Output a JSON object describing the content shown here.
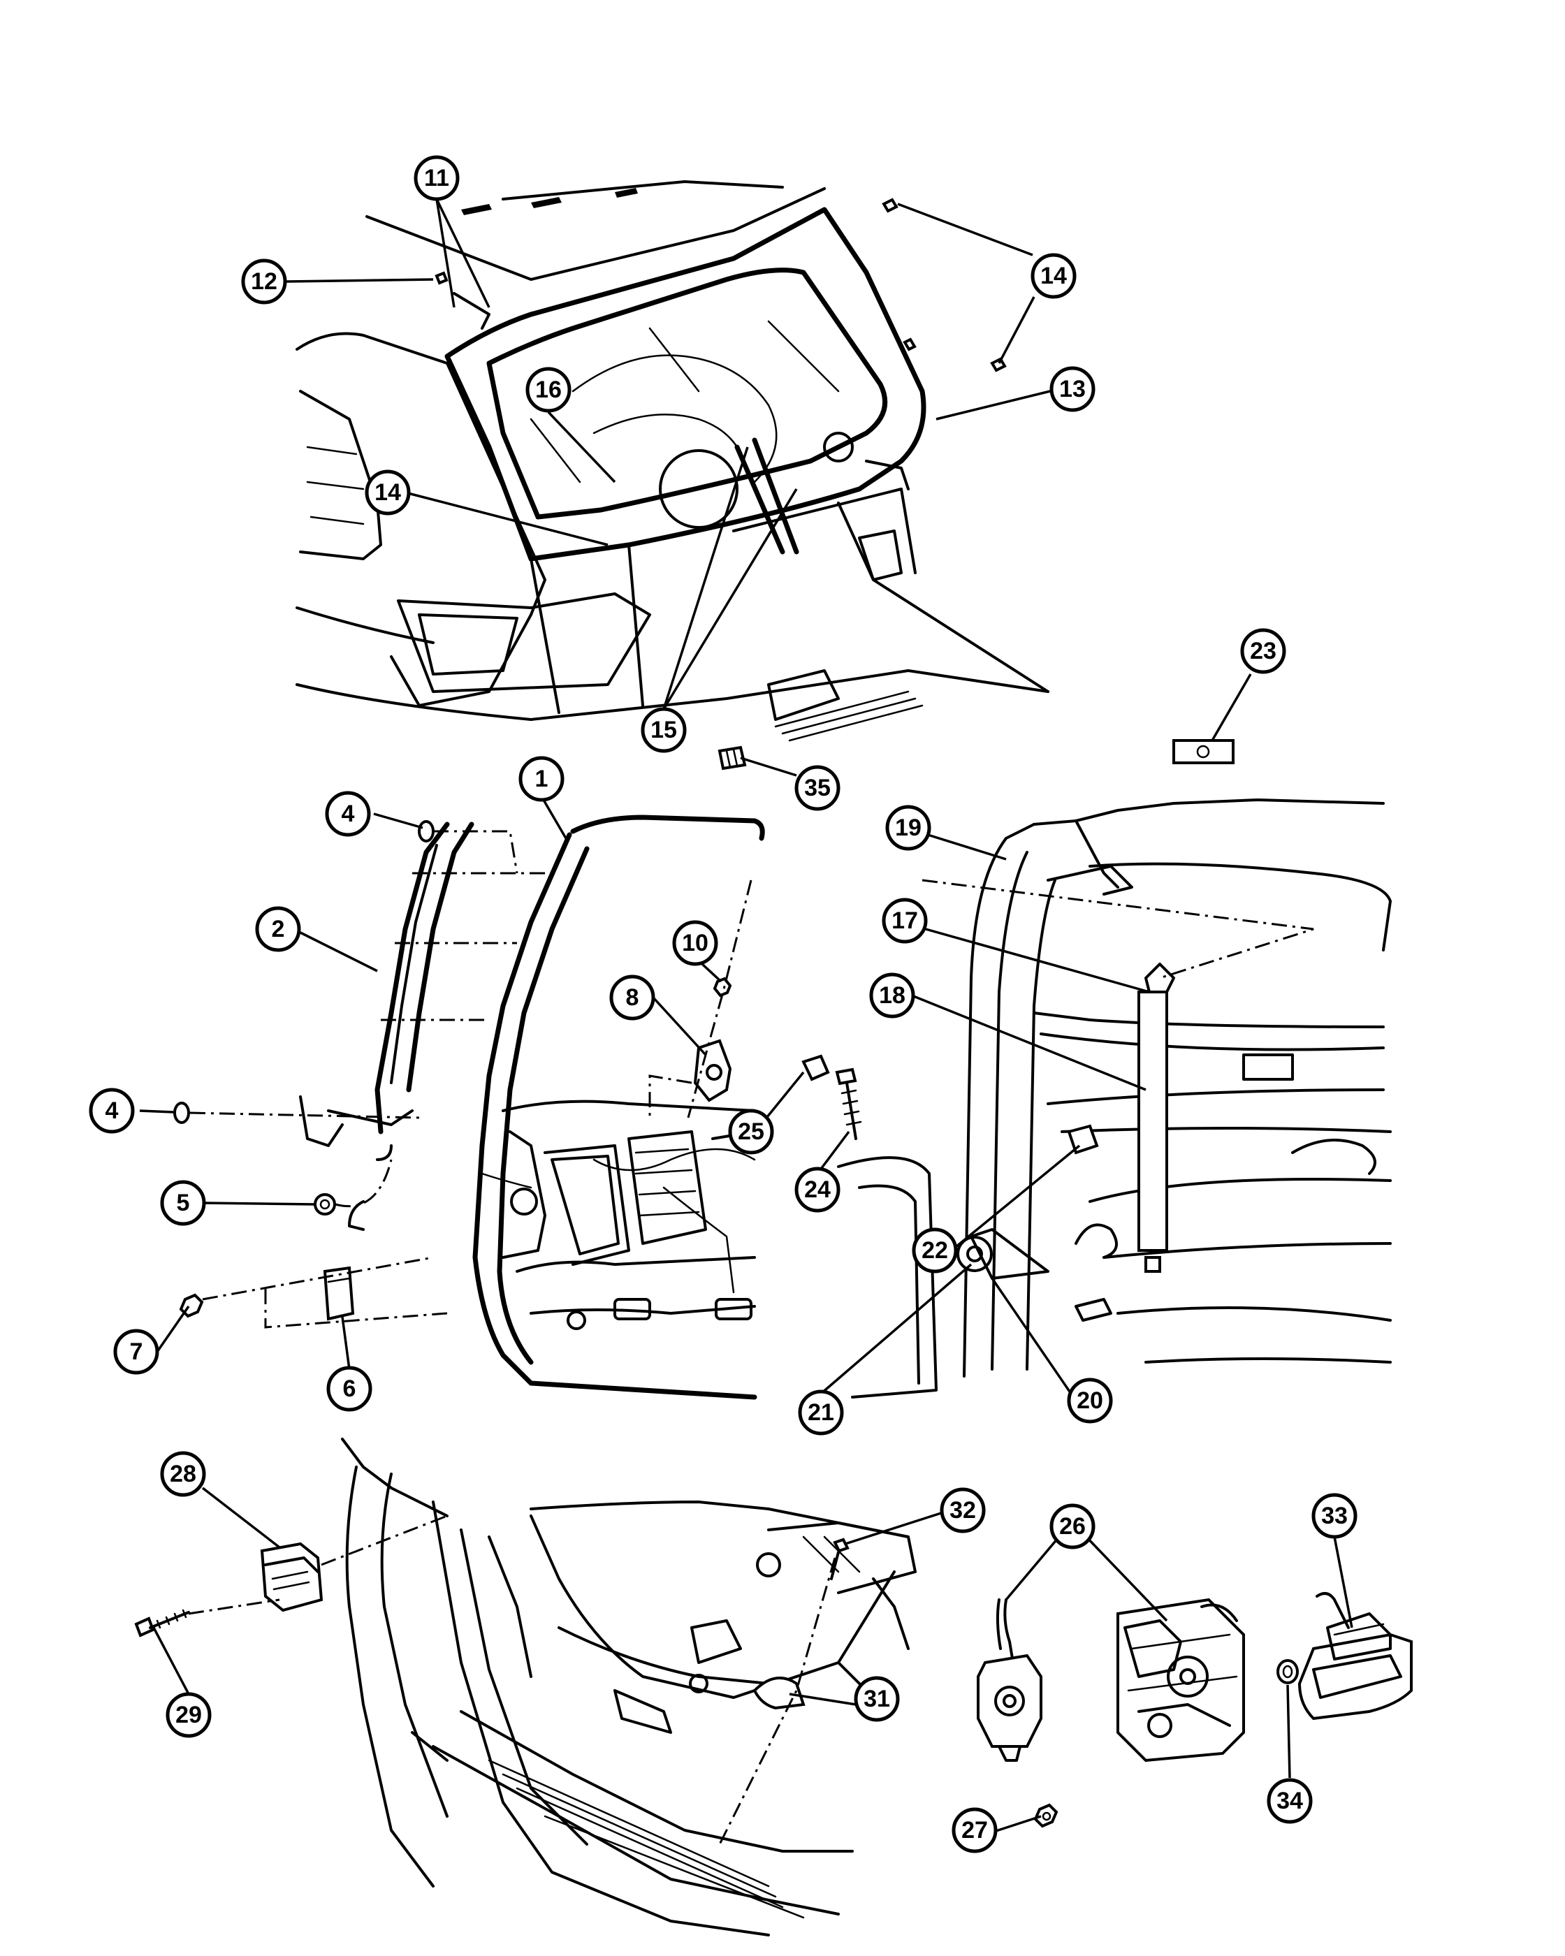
{
  "diagram": {
    "callouts": [
      {
        "id": "1",
        "label": "1"
      },
      {
        "id": "2",
        "label": "2"
      },
      {
        "id": "4a",
        "label": "4"
      },
      {
        "id": "4b",
        "label": "4"
      },
      {
        "id": "5",
        "label": "5"
      },
      {
        "id": "6",
        "label": "6"
      },
      {
        "id": "7",
        "label": "7"
      },
      {
        "id": "8",
        "label": "8"
      },
      {
        "id": "10",
        "label": "10"
      },
      {
        "id": "11",
        "label": "11"
      },
      {
        "id": "12",
        "label": "12"
      },
      {
        "id": "13",
        "label": "13"
      },
      {
        "id": "14a",
        "label": "14"
      },
      {
        "id": "14b",
        "label": "14"
      },
      {
        "id": "15",
        "label": "15"
      },
      {
        "id": "16",
        "label": "16"
      },
      {
        "id": "17",
        "label": "17"
      },
      {
        "id": "18",
        "label": "18"
      },
      {
        "id": "19",
        "label": "19"
      },
      {
        "id": "20",
        "label": "20"
      },
      {
        "id": "21",
        "label": "21"
      },
      {
        "id": "22",
        "label": "22"
      },
      {
        "id": "23",
        "label": "23"
      },
      {
        "id": "24",
        "label": "24"
      },
      {
        "id": "25",
        "label": "25"
      },
      {
        "id": "26",
        "label": "26"
      },
      {
        "id": "27",
        "label": "27"
      },
      {
        "id": "28",
        "label": "28"
      },
      {
        "id": "29",
        "label": "29"
      },
      {
        "id": "31",
        "label": "31"
      },
      {
        "id": "32",
        "label": "32"
      },
      {
        "id": "33",
        "label": "33"
      },
      {
        "id": "34",
        "label": "34"
      },
      {
        "id": "35",
        "label": "35"
      }
    ]
  }
}
